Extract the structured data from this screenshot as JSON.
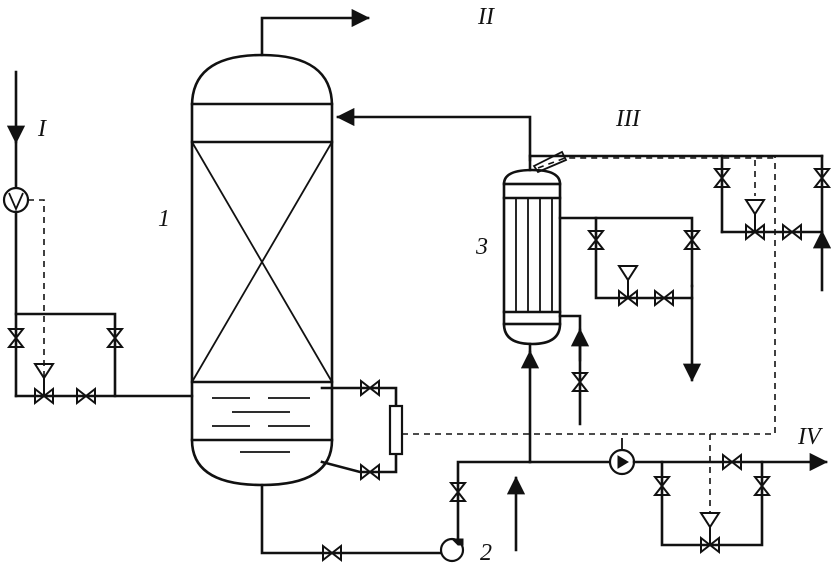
{
  "labels": {
    "stream_1": "I",
    "stream_2": "II",
    "stream_3": "III",
    "stream_4": "IV",
    "equip_1": "1",
    "equip_2": "2",
    "equip_3": "3"
  },
  "colors": {
    "line": "#111111",
    "background": "#ffffff"
  }
}
